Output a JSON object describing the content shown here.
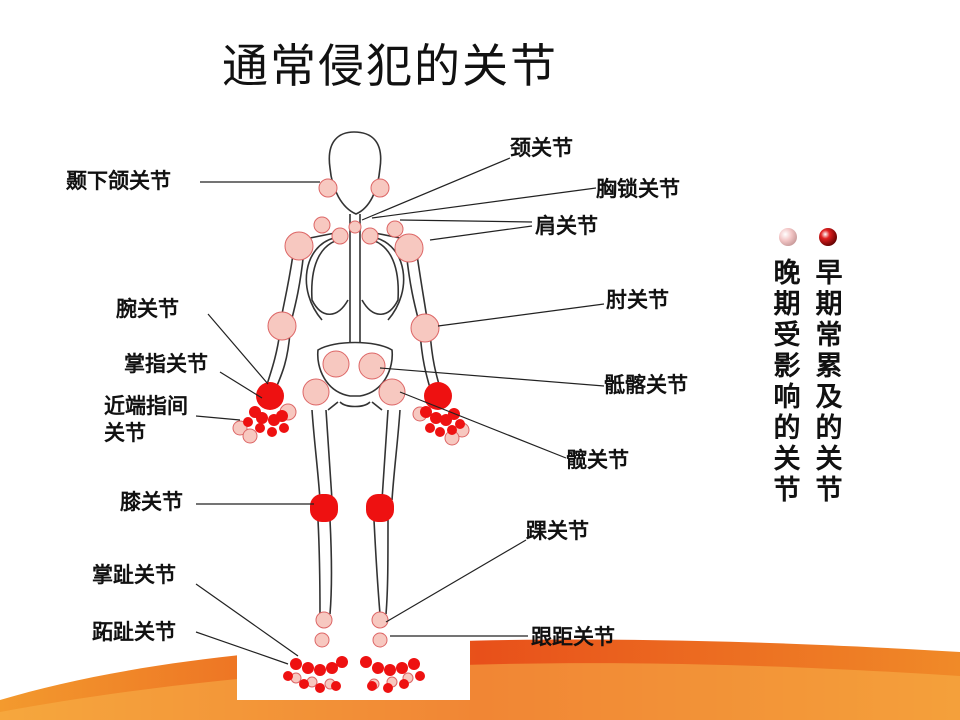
{
  "title": "通常侵犯的关节",
  "labels": {
    "tmj": "颞下颌关节",
    "neck": "颈关节",
    "sternoclavicular": "胸锁关节",
    "shoulder": "肩关节",
    "elbow": "肘关节",
    "wrist": "腕关节",
    "mcp": "掌指关节",
    "pip": "近端指间关节",
    "sacroiliac": "骶髂关节",
    "hip": "髋关节",
    "knee": "膝关节",
    "ankle": "踝关节",
    "mtp": "掌趾关节",
    "toe": "跖趾关节",
    "talus": "跟距关节"
  },
  "legend": {
    "early": "早期常累及的关节",
    "late": "晚期受影响的关节"
  },
  "colors": {
    "early": "#ee1111",
    "late": "#f7c8c0",
    "accent": "#e85a1a"
  }
}
